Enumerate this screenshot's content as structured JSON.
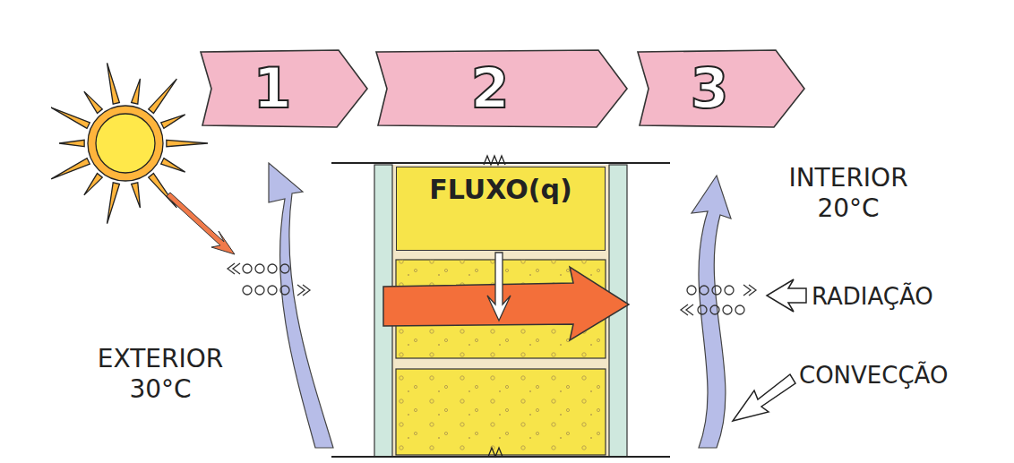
{
  "diagram": {
    "nodes": [
      {
        "text": [
          "1"
        ]
      },
      {
        "text": [
          "2"
        ]
      },
      {
        "text": [
          "3"
        ]
      },
      {
        "text": [
          "FLUXO(q)"
        ]
      }
    ],
    "labels": [
      "INTERIOR 20°C",
      "RADIAÇÃO",
      "CONVECÇÃO",
      "EXTERIOR 30°C"
    ]
  }
}
